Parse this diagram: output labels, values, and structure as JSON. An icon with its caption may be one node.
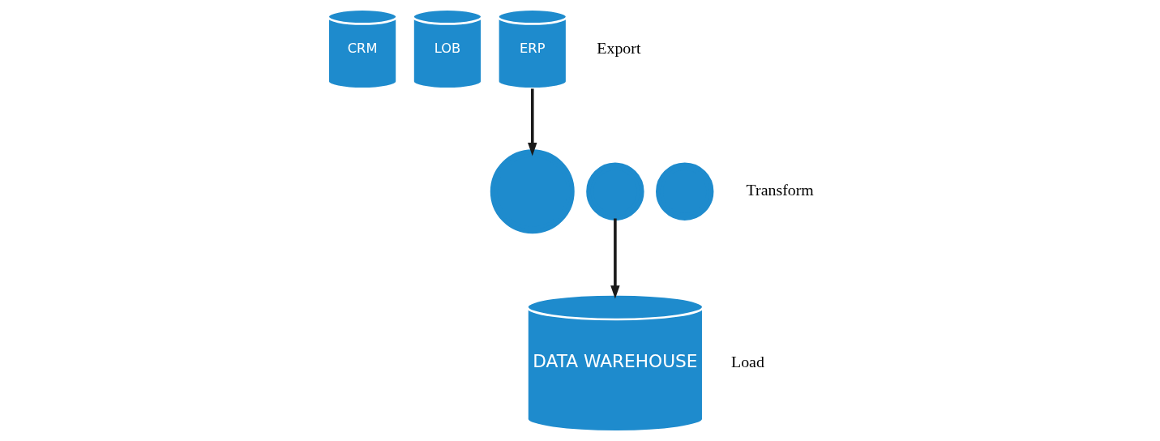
{
  "diagram": {
    "nodes": [
      {
        "text": [
          "CRM"
        ]
      },
      {
        "text": [
          "LOB"
        ]
      },
      {
        "text": [
          "ERP"
        ]
      },
      {
        "text": [],
        "shape": "gear"
      },
      {
        "text": [],
        "shape": "gear"
      },
      {
        "text": [],
        "shape": "gear"
      },
      {
        "text": [
          "DATA WAREHOUSE"
        ]
      }
    ],
    "edges": [
      {
        "from": 2,
        "to": 3,
        "arrow": "to"
      },
      {
        "from": 4,
        "to": 6,
        "arrow": "to"
      }
    ],
    "labels": [
      "Export",
      "Transform",
      "Load"
    ]
  }
}
